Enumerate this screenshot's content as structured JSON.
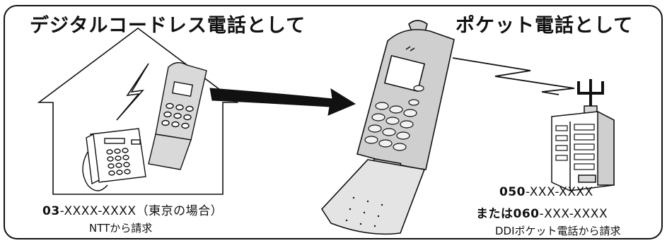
{
  "left": {
    "title": "デジタルコードレス電話として",
    "number_prefix": "03",
    "number_rest": "-XXXX-XXXX（東京の場合）",
    "billing": "NTTから請求"
  },
  "right": {
    "title": "ポケット電話として",
    "number1_prefix": "050",
    "number1_rest": "-XXX-XXXX",
    "number2_prefix": "または060",
    "number2_rest": "-XXX-XXXX",
    "billing": "DDIポケット電話から請求"
  }
}
